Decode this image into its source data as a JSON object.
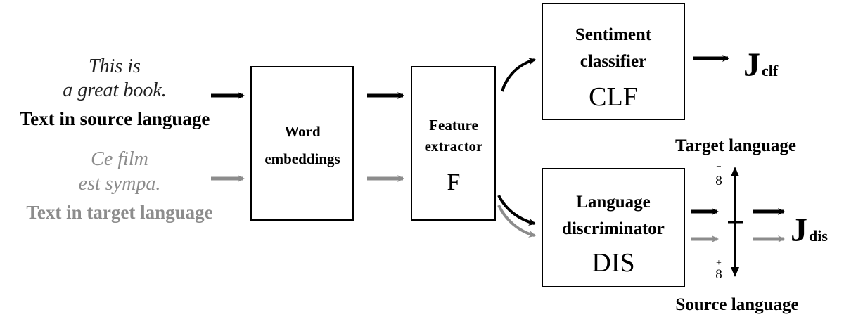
{
  "source": {
    "line1": "This is",
    "line2": "a great book.",
    "label": "Text in source language"
  },
  "target": {
    "line1": "Ce film",
    "line2": "est sympa.",
    "label": "Text in target language"
  },
  "embeddings": {
    "line1": "Word",
    "line2": "embeddings"
  },
  "feature": {
    "line1": "Feature",
    "line2": "extractor",
    "symbol": "F"
  },
  "classifier": {
    "line1": "Sentiment",
    "line2": "classifier",
    "symbol": "CLF"
  },
  "discriminator": {
    "line1": "Language",
    "line2": "discriminator",
    "symbol": "DIS"
  },
  "j_clf": {
    "main": "J",
    "sub": "clf"
  },
  "j_dis": {
    "main": "J",
    "sub": "dis"
  },
  "scale": {
    "top_label": "Target language",
    "bottom_label": "Source language",
    "top_value_sign": "−",
    "top_value": "8",
    "bottom_value_sign": "+",
    "bottom_value": "8"
  },
  "colors": {
    "source": "#000000",
    "target": "#8c8c8c"
  }
}
